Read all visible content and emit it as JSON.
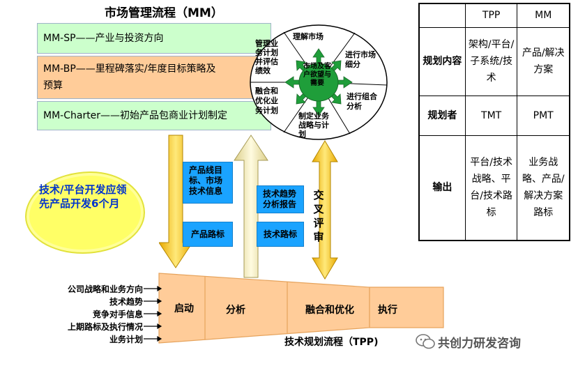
{
  "mm": {
    "title": "市场管理流程（MM）",
    "rows": [
      {
        "text": "MM-SP——产业与投资方向",
        "color": "#ccffcc"
      },
      {
        "text": "MM-BP——里程碑落实/年度目标策略及预算",
        "color": "#ffcc99"
      },
      {
        "text": "MM-Charter——初始产品包商业计划制定",
        "color": "#ccffcc"
      }
    ],
    "wheel": {
      "segments": [
        "理解市场",
        "进行市场细分",
        "进行组合分析",
        "制定业务战略与计划",
        "融合和优化业务计划",
        "管理业务计划并评估绩效"
      ],
      "center": "市场及客户欲望与需要"
    }
  },
  "cloud_text": "技术/平台开发应领先产品开发6个月",
  "docs": {
    "line_target": "产品线目标、市场技术信息",
    "product_roadmap": "产品路标",
    "tech_trend": "技术趋势分析报告",
    "tech_roadmap": "技术路标"
  },
  "cross_review": "交叉评审",
  "inputs": [
    "公司战略和业务方向",
    "技术趋势",
    "竞争对手信息",
    "上期路标及执行情况",
    "业务计划"
  ],
  "tpp": {
    "title": "技术规划流程（TPP)",
    "stages": [
      "启动",
      "分析",
      "融合和优化",
      "执行"
    ]
  },
  "table": {
    "headers": [
      "",
      "TPP",
      "MM"
    ],
    "rows": [
      {
        "label": "规划内容",
        "tpp": "架构/平台/子系统/技术",
        "mm": "产品/解决方案"
      },
      {
        "label": "规划者",
        "tpp": "TMT",
        "mm": "PMT"
      },
      {
        "label": "输出",
        "tpp": "平台/技术战略、平台/技术路标",
        "mm": "业务战略、产品/解决方案路标"
      }
    ]
  },
  "footer": "共创力研发咨询",
  "colors": {
    "green": "#ccffcc",
    "orange": "#ffcc99",
    "doc_blue": "#1aa3ff",
    "tpp_orange": "#ffcc99",
    "arrow_yellow": "#ffff66"
  }
}
